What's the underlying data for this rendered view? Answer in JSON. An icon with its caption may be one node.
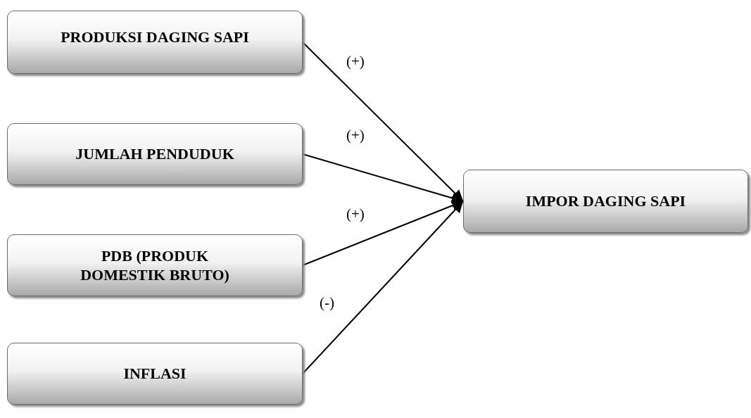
{
  "diagram": {
    "nodes": [
      {
        "text": [
          "PRODUKSI DAGING SAPI"
        ]
      },
      {
        "text": [
          "JUMLAH PENDUDUK"
        ]
      },
      {
        "text": [
          "PDB (PRODUK DOMESTIK BRUTO)"
        ]
      },
      {
        "text": [
          "INFLASI"
        ]
      },
      {
        "text": [
          "IMPOR DAGING SAPI"
        ]
      }
    ],
    "edges": [
      {
        "from": 0,
        "to": 4,
        "arrow": "to",
        "label": "(+)"
      },
      {
        "from": 1,
        "to": 4,
        "arrow": "to",
        "label": "(+)"
      },
      {
        "from": 2,
        "to": 4,
        "arrow": "to",
        "label": "(+)"
      },
      {
        "from": 3,
        "to": 4,
        "arrow": "to",
        "label": "(-)"
      }
    ]
  }
}
